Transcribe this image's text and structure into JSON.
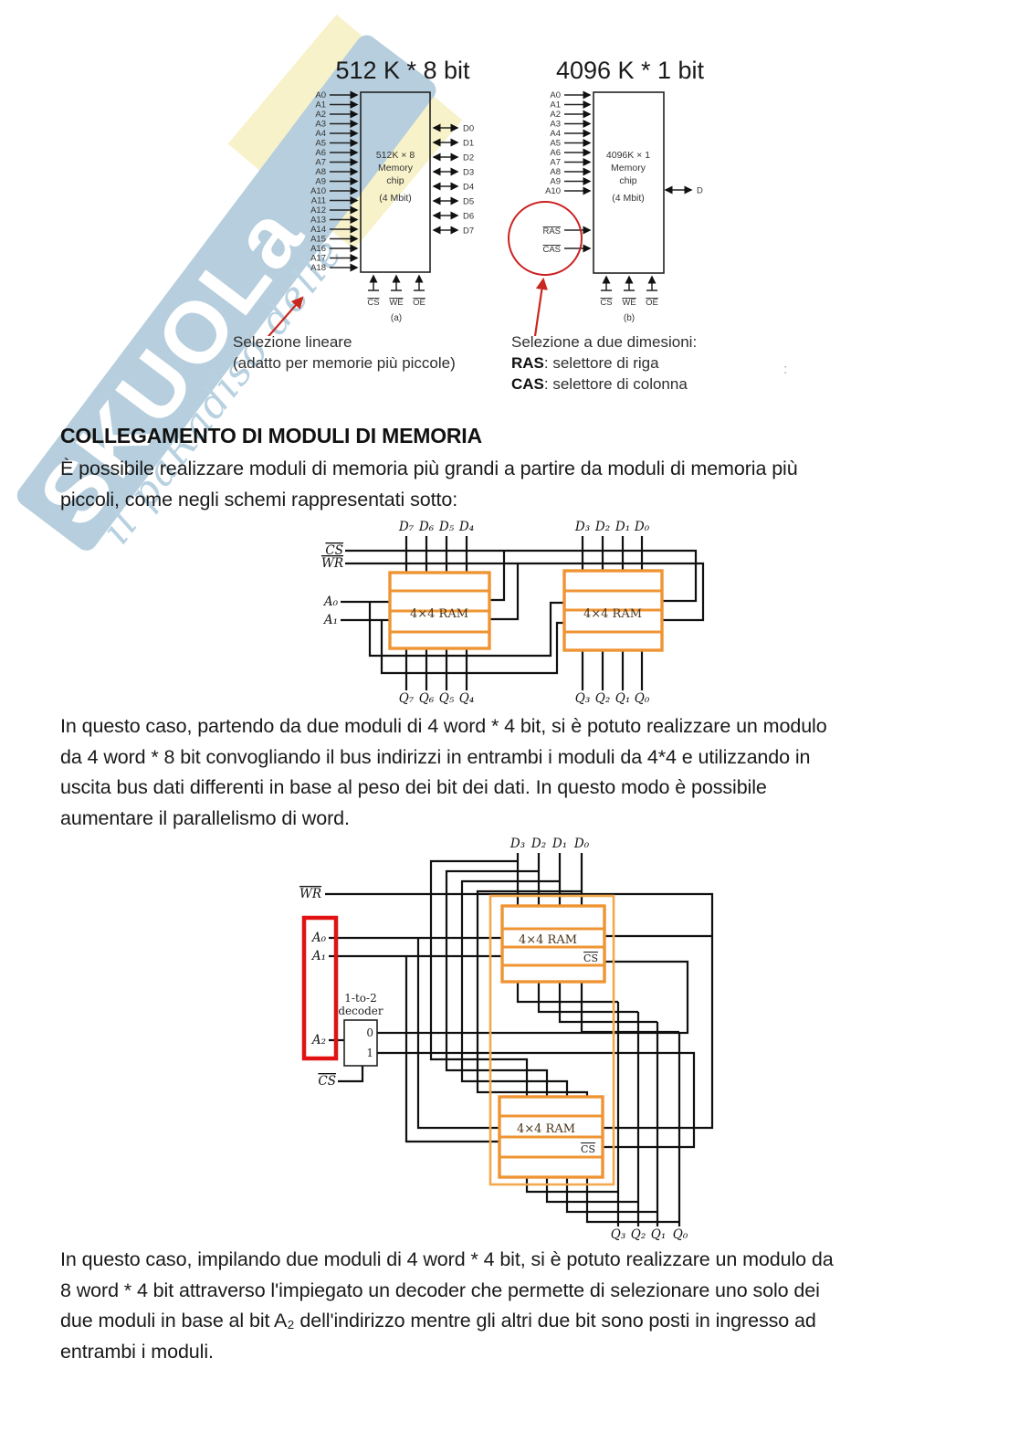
{
  "watermark": {
    "brand": "SKUOLa",
    "script_text": "il paRadiso delle",
    "band_color": "#b6cedd",
    "yellow_color": "#f8f2ca"
  },
  "figure_chips": {
    "controls": [
      "CS",
      "WE",
      "OE"
    ],
    "left": {
      "title": "512 K * 8 bit",
      "address_pins": [
        "A0",
        "A1",
        "A2",
        "A3",
        "A4",
        "A5",
        "A6",
        "A7",
        "A8",
        "A9",
        "A10",
        "A11",
        "A12",
        "A13",
        "A14",
        "A15",
        "A16",
        "A17",
        "A18"
      ],
      "data_pins": [
        "D0",
        "D1",
        "D2",
        "D3",
        "D4",
        "D5",
        "D6",
        "D7"
      ],
      "chip_label_lines": [
        "512K × 8",
        "Memory",
        "chip",
        "(4 Mbit)"
      ],
      "sub_label": "(a)"
    },
    "right": {
      "title": "4096 K * 1 bit",
      "address_pins": [
        "A0",
        "A1",
        "A2",
        "A3",
        "A4",
        "A5",
        "A6",
        "A7",
        "A8",
        "A9",
        "A10"
      ],
      "ras": "RAS",
      "cas": "CAS",
      "data_pin": "D",
      "chip_label_lines": [
        "4096K × 1",
        "Memory",
        "chip",
        "(4 Mbit)"
      ],
      "sub_label": "(b)"
    },
    "caption_left_line1": "Selezione lineare",
    "caption_left_line2": "(adatto per memorie più piccole)",
    "caption_right_title": "Selezione a due dimesioni:",
    "caption_right_ras_label": "RAS",
    "caption_right_ras_text": ": selettore di riga",
    "caption_right_cas_label": "CAS",
    "caption_right_cas_text": ": selettore di colonna",
    "stray_colon": ":"
  },
  "section": {
    "heading": "COLLEGAMENTO DI MODULI DI MEMORIA"
  },
  "paragraph1": {
    "lines": [
      "È possibile realizzare moduli di memoria più grandi a partire da moduli di memoria più",
      "piccoli, come negli schemi rappresentati sotto:"
    ]
  },
  "figure_ram_parallel": {
    "d_left": [
      "D₇",
      "D₆",
      "D₅",
      "D₄"
    ],
    "d_right": [
      "D₃",
      "D₂",
      "D₁",
      "D₀"
    ],
    "cs": "CS",
    "wr": "WR",
    "a0": "A₀",
    "a1": "A₁",
    "ram_label": "4×4 RAM",
    "q_left": [
      "Q₇",
      "Q₆",
      "Q₅",
      "Q₄"
    ],
    "q_right": [
      "Q₃",
      "Q₂",
      "Q₁",
      "Q₀"
    ]
  },
  "paragraph2": {
    "lines": [
      "In questo caso, partendo da due moduli di 4 word * 4 bit, si è potuto realizzare un modulo",
      "da 4 word * 8 bit convogliando il bus indirizzi in entrambi i moduli da 4*4 e utilizzando in",
      "uscita bus dati differenti in base al peso dei bit dei dati. In questo modo è possibile",
      "aumentare il parallelismo di word."
    ]
  },
  "figure_ram_stacked": {
    "d": [
      "D₃",
      "D₂",
      "D₁",
      "D₀"
    ],
    "wr": "WR",
    "a0": "A₀",
    "a1": "A₁",
    "a2": "A₂",
    "decoder_line1": "1-to-2",
    "decoder_line2": "decoder",
    "out0": "0",
    "out1": "1",
    "cs": "CS",
    "ram_label": "4×4 RAM",
    "ram_cs": "CS",
    "q": [
      "Q₃",
      "Q₂",
      "Q₁",
      "Q₀"
    ]
  },
  "paragraph3": {
    "lines": [
      "In questo caso, impilando due moduli di 4 word * 4 bit, si è potuto realizzare un modulo da",
      "8 word * 4 bit attraverso l'impiegato un decoder che permette di selezionare uno solo dei",
      "due moduli in base al bit A₂ dell'indirizzo mentre gli altri due bit sono posti in ingresso ad",
      "entrambi i moduli."
    ]
  },
  "colors": {
    "orange": "#ef9433",
    "red": "#e01212",
    "wire": "#101010"
  }
}
